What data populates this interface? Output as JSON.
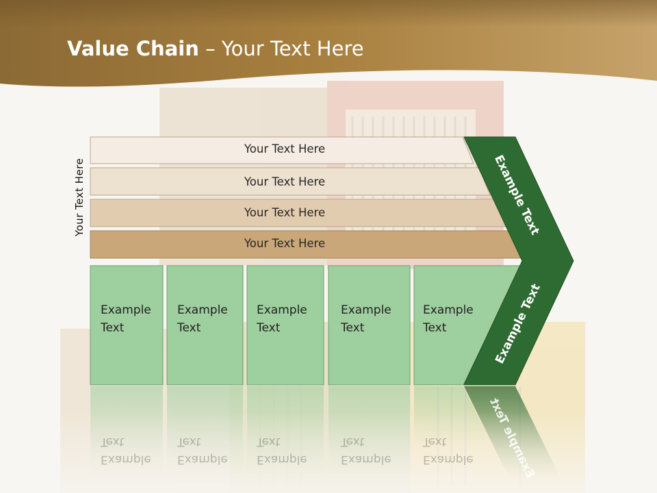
{
  "slide": {
    "title_bold": "Value Chain",
    "title_rest": " – Your Text Here",
    "side_label": "Your Text Here"
  },
  "support_rows": [
    {
      "label": "Your Text Here"
    },
    {
      "label": "Your Text Here"
    },
    {
      "label": "Your Text Here"
    },
    {
      "label": "Your Text Here"
    }
  ],
  "primary_cells": [
    {
      "line1": "Example",
      "line2": "Text"
    },
    {
      "line1": "Example",
      "line2": "Text"
    },
    {
      "line1": "Example",
      "line2": "Text"
    },
    {
      "line1": "Example",
      "line2": "Text"
    },
    {
      "line1": "Example",
      "line2": "Text"
    }
  ],
  "arrow": {
    "upper_label": "Example Text",
    "lower_label": "Example Text"
  },
  "colors": {
    "banner": "#a8834a",
    "row1": "#f5ede4",
    "row2": "#ede1cf",
    "row3": "#e2ccaf",
    "row4": "#c9a778",
    "cell_fill": "#9ecf9e",
    "arrow_fill": "#2e6b32"
  }
}
